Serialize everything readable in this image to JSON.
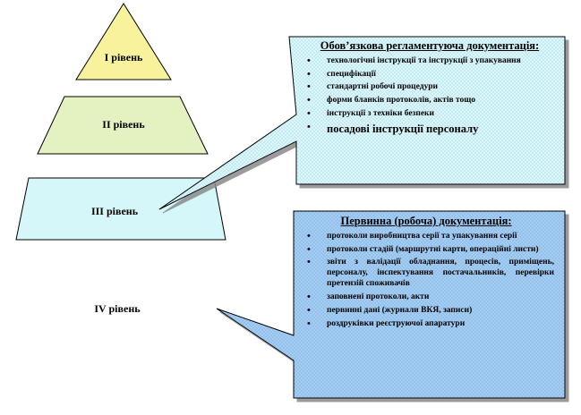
{
  "levels": [
    {
      "label": "І рівень"
    },
    {
      "label": "ІІ рівень"
    },
    {
      "label": "ІІІ рівень"
    },
    {
      "label": "IV рівень"
    }
  ],
  "callouts": {
    "top": {
      "title": "Обов’язкова регламентуюча документація:",
      "items": [
        "технологічні інструкції та інструкції з упакування",
        "специфікації",
        "стандартні робочі процедури",
        "форми бланків протоколів, актів тощо",
        "інструкції з техніки безпеки",
        "посадові інструкції персоналу"
      ]
    },
    "bottom": {
      "title": "Первинна (робоча) документація:",
      "items": [
        "протоколи виробництва серії та упакування серії",
        "протоколи стадій (маршрутні карти, операційні листи)",
        "звіти з валідації обладнання, процесів, приміщень, персоналу, інспектування постачальників, перевірки претензій споживачів",
        "заповнені протоколи, акти",
        "первинні дані (журнали ВКЯ, записи)",
        "роздруківки реєструючої апаратури"
      ]
    }
  },
  "colors": {
    "level1": "#f7f29b",
    "level2": "#e3f2c0",
    "level3": "#d6f7f9",
    "callout_top": "#ddf8fd",
    "callout_bottom": "#a3cdf3",
    "outline": "#000000"
  }
}
